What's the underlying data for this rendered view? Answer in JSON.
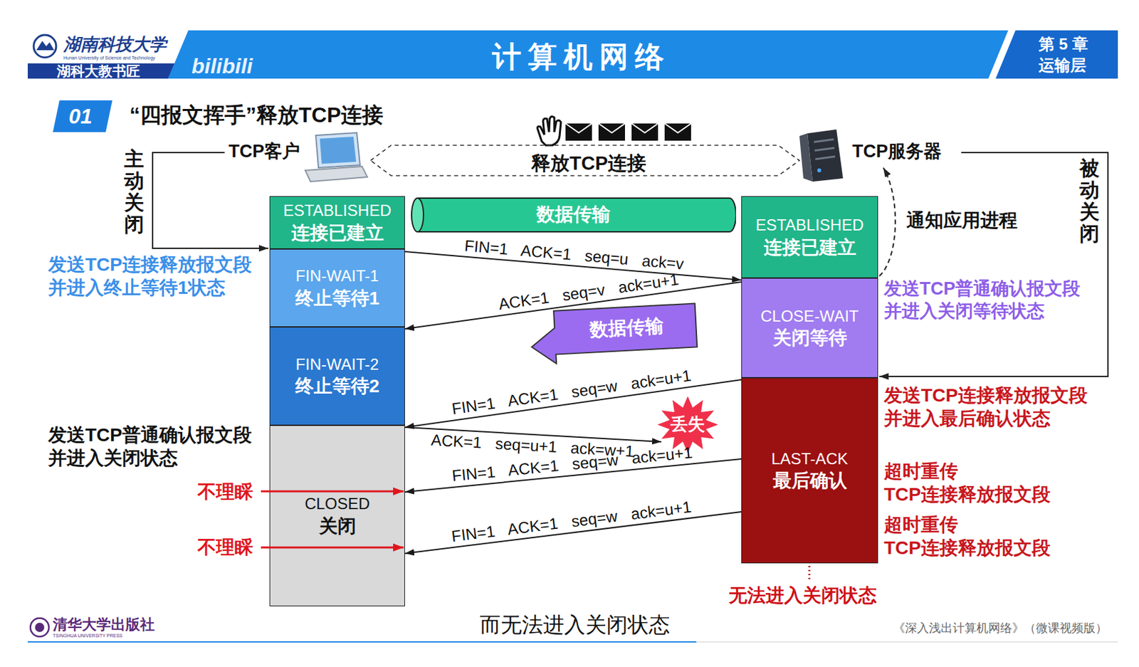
{
  "diagram": {
    "title": "计算机网络",
    "nodes": [
      {
        "text": [
          "ESTABLISHED",
          "连接已建立"
        ]
      },
      {
        "text": [
          "数据传输"
        ]
      },
      {
        "text": [
          "ESTABLISHED",
          "连接已建立"
        ]
      },
      {
        "text": [
          "FIN-WAIT-1",
          "终止等待1"
        ]
      },
      {
        "text": [
          "CLOSE-WAIT",
          "关闭等待"
        ]
      },
      {
        "text": [
          "数据传输"
        ]
      },
      {
        "text": [
          "FIN-WAIT-2",
          "终止等待2"
        ]
      },
      {
        "text": [
          "LAST-ACK",
          "最后确认"
        ]
      },
      {
        "text": [
          "丢失"
        ]
      },
      {
        "text": [
          "CLOSED",
          "关闭"
        ]
      }
    ],
    "edges": [
      {
        "from": 3,
        "to": 4,
        "label": "FIN=1 ACK=1 seq=u ack=v",
        "arrow": "to"
      },
      {
        "from": 4,
        "to": 6,
        "label": "ACK=1 seq=v ack=u+1",
        "arrow": "to"
      },
      {
        "from": 7,
        "to": 9,
        "label": "FIN=1 ACK=1 seq=w ack=u+1",
        "arrow": "to"
      },
      {
        "from": 9,
        "to": 8,
        "label": "ACK=1 seq=u+1 ack=w+1",
        "arrow": "to"
      },
      {
        "from": 7,
        "to": 9,
        "label": "FIN=1 ACK=1 seq=w ack=u+1",
        "arrow": "to"
      },
      {
        "from": 7,
        "to": 9,
        "label": "FIN=1 ACK=1 seq=w ack=u+1",
        "arrow": "to"
      }
    ],
    "labels": [
      "湖南科技大学",
      "Hunan University of Science and Technology",
      "湖科大教书匠",
      "bilibili",
      "第 5 章",
      "运输层",
      "01",
      "“四报文挥手”释放TCP连接",
      "TCP客户",
      "释放TCP连接",
      "TCP服务器",
      "主动关闭",
      "被动关闭",
      "通知应用进程",
      "发送TCP连接释放报文段 并进入终止等待1状态",
      "发送TCP普通确认报文段 并进入关闭等待状态",
      "发送TCP连接释放报文段 并进入最后确认状态",
      "发送TCP普通确认报文段 并进入关闭状态",
      "超时重传 TCP连接释放报文段",
      "不理睬",
      "超时重传 TCP连接释放报文段",
      "不理睬",
      "无法进入关闭状态",
      "清华大学出版社",
      "TSINGHUA UNIVERSITY PRESS",
      "而无法进入关闭状态",
      "《深入浅出计算机网络》（微课视频版）"
    ]
  }
}
